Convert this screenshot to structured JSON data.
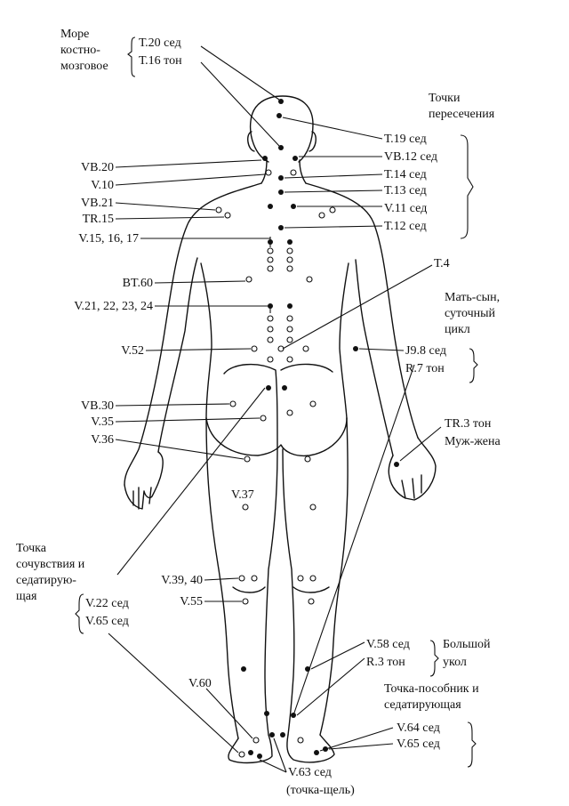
{
  "labels": {
    "more_1": "Море",
    "more_2": "костно-",
    "more_3": "мозговое",
    "t20": "Т.20 сед",
    "t16": "Т.16 тон",
    "tochki_1": "Точки",
    "tochki_2": "пересечения",
    "t19": "Т.19 сед",
    "vb12": "VB.12 сед",
    "t14": "Т.14 сед",
    "t13": "Т.13 сед",
    "v11": "V.11 сед",
    "t12": "Т.12 сед",
    "vb20": "VB.20",
    "v10": "V.10",
    "vb21": "VB.21",
    "tr15": "TR.15",
    "v15": "V.15, 16, 17",
    "t4": "Т.4",
    "bt60": "BT.60",
    "v21": "V.21, 22, 23, 24",
    "mat_1": "Мать-сын,",
    "mat_2": "суточный",
    "mat_3": "цикл",
    "v52": "V.52",
    "j98": "J9.8 сед",
    "r7": "R.7 тон",
    "vb30": "VB.30",
    "v35": "V.35",
    "v36": "V.36",
    "tr3": "TR.3 тон",
    "muzh": "Муж-жена",
    "v37": "V.37",
    "soch_1": "Точка",
    "soch_2": "сочувствия и",
    "soch_3": "седатирую-",
    "soch_4": "щая",
    "v3940": "V.39, 40",
    "v55": "V.55",
    "v22": "V.22 сед",
    "v65a": "V.65 сед",
    "v58": "V.58 сед",
    "r3": "R.3 тон",
    "bolsh_1": "Большой",
    "bolsh_2": "укол",
    "v60": "V.60",
    "posob_1": "Точка-пособник и",
    "posob_2": "седатирующая",
    "v64": "V.64 сед",
    "v65b": "V.65 сед",
    "v63": "V.63 сед",
    "shel": "(точка-щель)"
  }
}
